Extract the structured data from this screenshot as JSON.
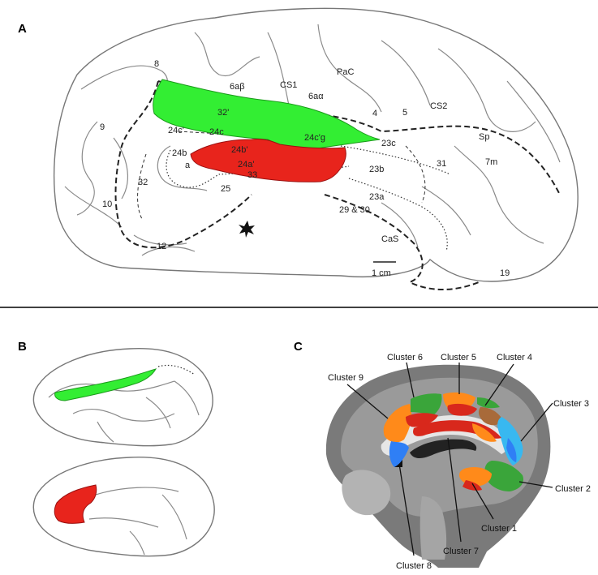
{
  "panels": {
    "a": {
      "letter": "A"
    },
    "b": {
      "letter": "B"
    },
    "c": {
      "letter": "C"
    }
  },
  "panel_a": {
    "area_labels": [
      "8",
      "6aβ",
      "CS1",
      "PaC",
      "6aα",
      "32'",
      "9",
      "24c'",
      "24c",
      "4",
      "5",
      "CS2",
      "Sp",
      "24c'g",
      "23c",
      "24b'",
      "24b",
      "a",
      "24a'",
      "33",
      "23b",
      "31",
      "7m",
      "32",
      "25",
      "23a",
      "29 & 30",
      "10",
      "CaS",
      "12",
      "19"
    ],
    "scale_bar": "1 cm",
    "colors": {
      "green_region": "#33ee33",
      "red_region": "#e8241c"
    }
  },
  "panel_b": {
    "colors": {
      "green_region": "#33ee33",
      "red_region": "#e8241c"
    }
  },
  "panel_c": {
    "clusters": [
      "Cluster 6",
      "Cluster 5",
      "Cluster 4",
      "Cluster 9",
      "Cluster 3",
      "Cluster 2",
      "Cluster 1",
      "Cluster 7",
      "Cluster 8"
    ],
    "colors": {
      "cluster_red": "#d8281c",
      "cluster_orange": "#ff8a1a",
      "cluster_green": "#3aa53a",
      "cluster_blue": "#2f7ff5",
      "cluster_lightblue": "#38b8f0",
      "cluster_brown": "#a86a3a",
      "brain_gray": "#8d8d8d"
    }
  }
}
